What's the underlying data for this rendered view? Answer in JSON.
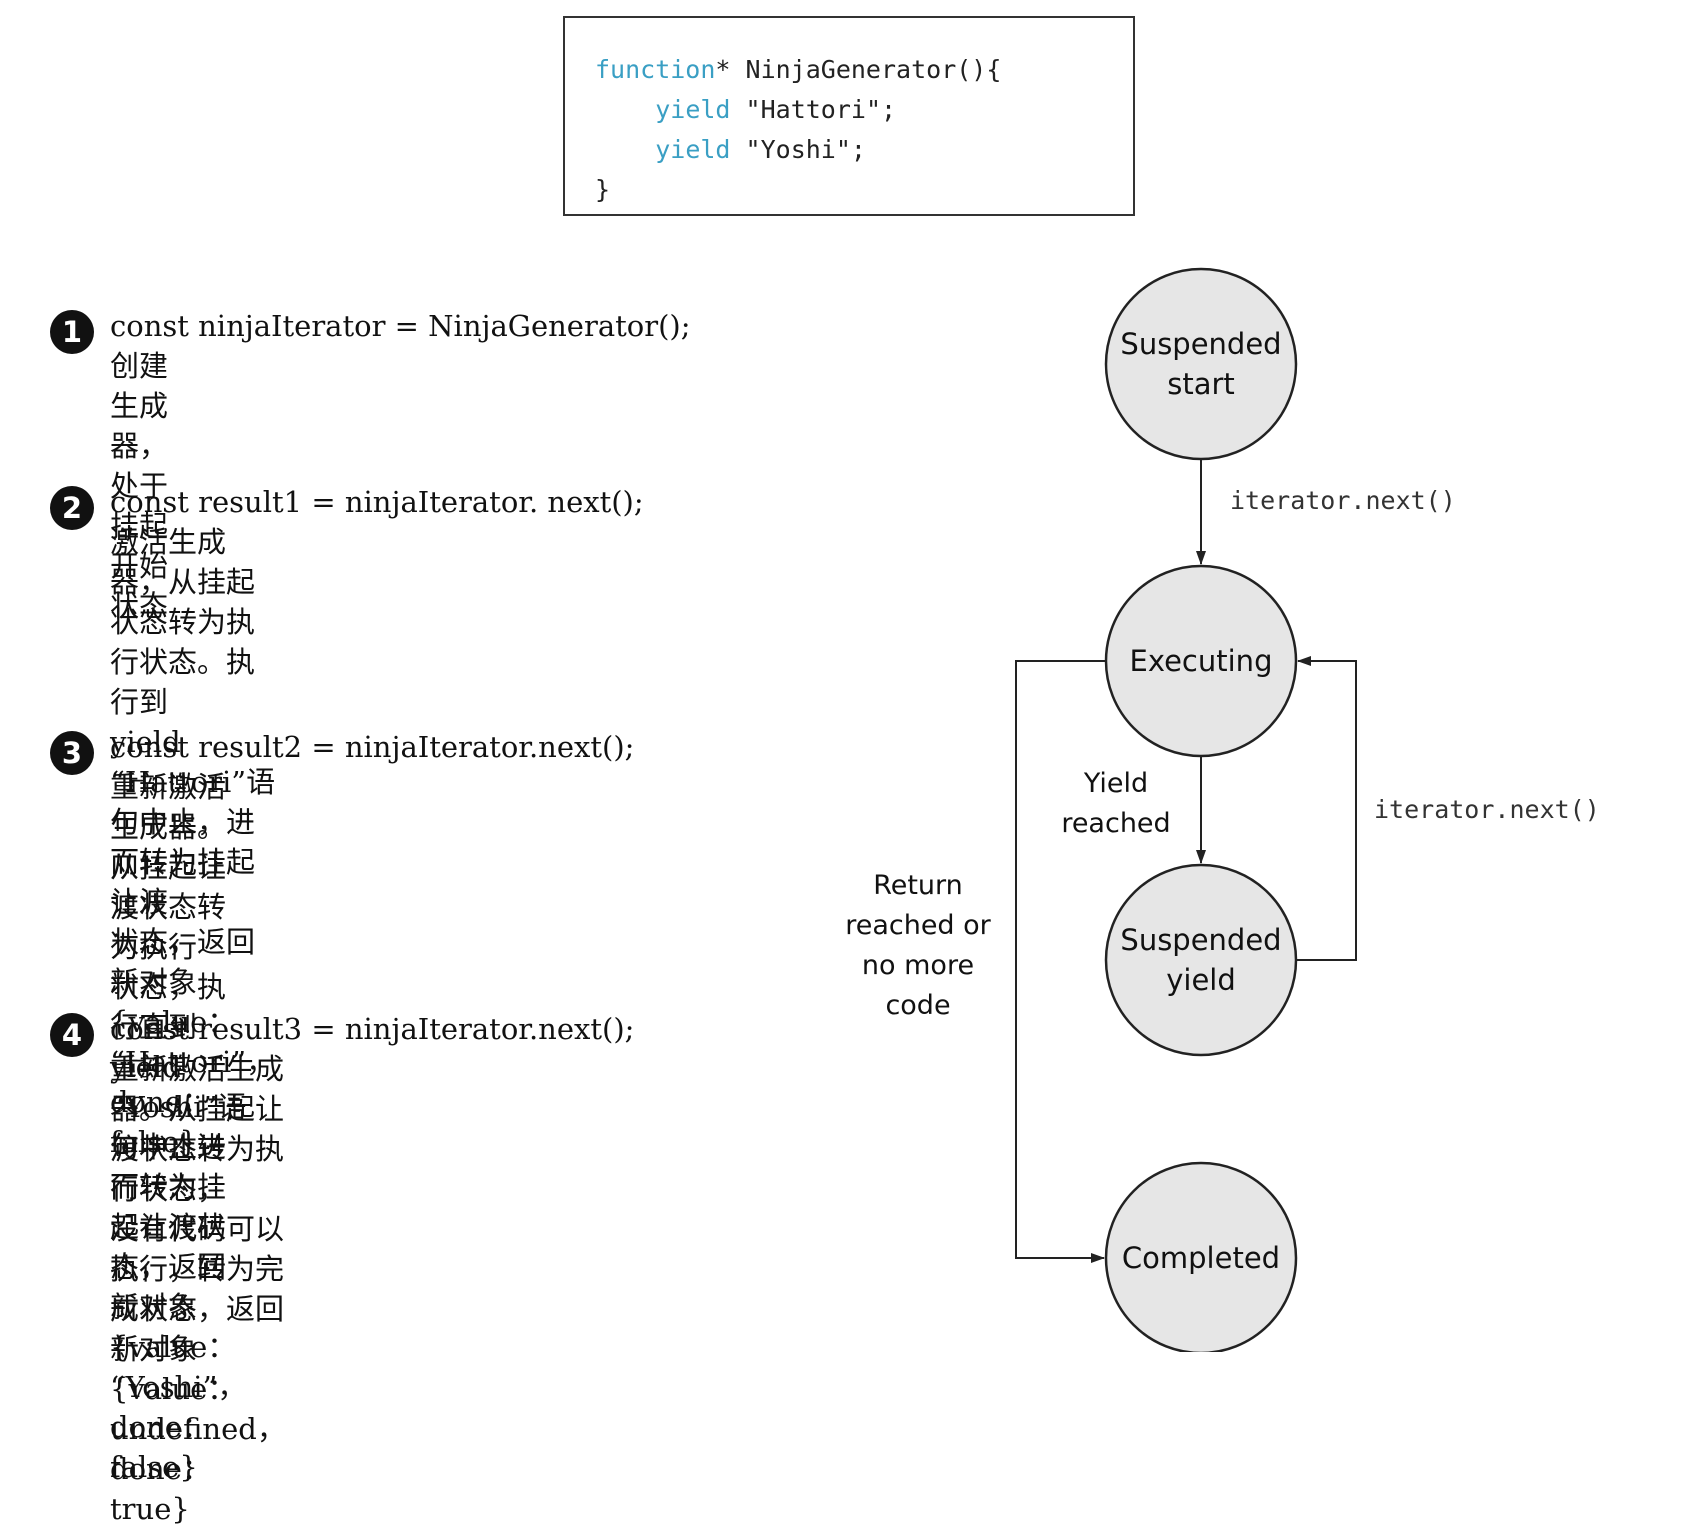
{
  "code": {
    "line1": {
      "keyword": "function",
      "rest": "* NinjaGenerator(){"
    },
    "line2": {
      "keyword": "yield",
      "rest": " \"Hattori\";"
    },
    "line3": {
      "keyword": "yield",
      "rest": " \"Yoshi\";"
    },
    "line4": "}"
  },
  "steps": [
    {
      "number": "1",
      "code": "const ninjaIterator = NinjaGenerator();",
      "description": "创建生成器，处于挂起开始状态"
    },
    {
      "number": "2",
      "code": "const result1 = ninjaIterator. next();",
      "description": "激活生成器，从挂起状态转为执行状态。执行到\nyield “Hattori”语句中止，进而转为挂起让渡\n状态，返回新对象{value： “Hattori”，done： false}"
    },
    {
      "number": "3",
      "code": "const result2 = ninjaIterator.next();",
      "description": "重新激活生成器。从挂起让渡状态转为执行\n状态，执行直到yield “Yoshi”语句中止进\n而转为挂起让渡状态，返回新对象\n{value： “Yoshi”，done：false}"
    },
    {
      "number": "4",
      "code": "const result3 = ninjaIterator.next();",
      "description": "重新激活生成器。从挂起让渡状态转为执行状态，\n没有代码可以执行，转为完成状态，返回新对象\n{value：undefined，done：true}"
    }
  ],
  "states": {
    "suspended_start": "Suspended\nstart",
    "executing": "Executing",
    "suspended_yield": "Suspended\nyield",
    "completed": "Completed"
  },
  "edges": {
    "start_to_executing": "iterator.next()",
    "executing_to_yield": "Yield\nreached",
    "yield_to_executing": "iterator.next()",
    "executing_to_completed": "Return\nreached or\nno more\ncode"
  },
  "colors": {
    "node_fill": "#e6e6e6",
    "stroke": "#222222",
    "keyword": "#3a9fc4"
  }
}
